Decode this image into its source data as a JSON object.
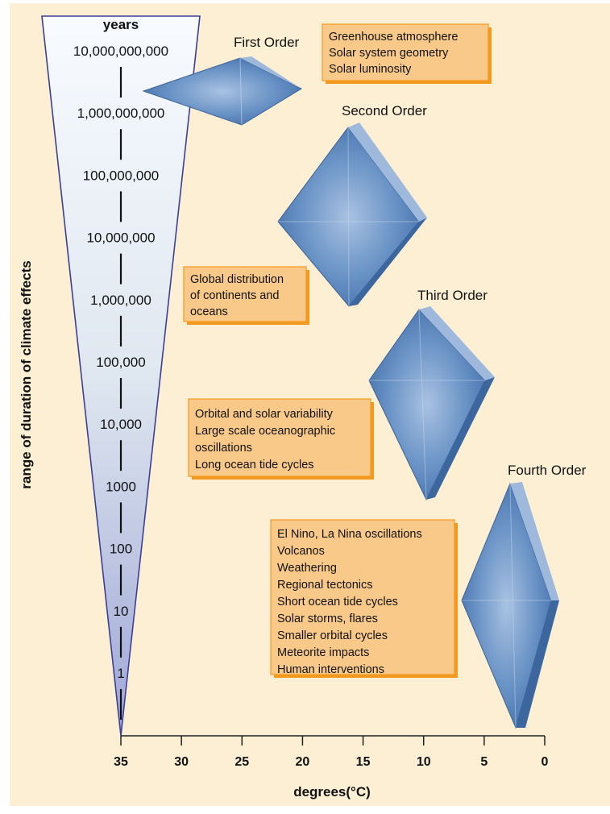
{
  "colors": {
    "background": "#fcefd4",
    "box_fill": "#f9c98a",
    "box_border": "#f39a1e",
    "diamond": "#4f7fb8",
    "funnel_top": "#f8fbff",
    "funnel_bottom": "#9ea6d6"
  },
  "axes": {
    "y_title": "years",
    "y_side_label": "range of duration of climate effects",
    "y_ticks": [
      "10,000,000,000",
      "1,000,000,000",
      "100,000,000",
      "10,000,000",
      "1,000,000",
      "100,000",
      "10,000",
      "1000",
      "100",
      "10",
      "1"
    ],
    "x_title": "degrees(°C)",
    "x_ticks": [
      "35",
      "30",
      "25",
      "20",
      "15",
      "10",
      "5",
      "0"
    ]
  },
  "orders": [
    {
      "name": "First Order",
      "factors": [
        "Greenhouse atmosphere",
        "Solar system geometry",
        "Solar luminosity"
      ]
    },
    {
      "name": "Second Order",
      "factors": [
        "Global distribution",
        "of continents and",
        "oceans"
      ]
    },
    {
      "name": "Third Order",
      "factors": [
        "Orbital and solar variability",
        "Large scale oceanographic",
        "oscillations",
        "Long ocean tide cycles"
      ]
    },
    {
      "name": "Fourth Order",
      "factors": [
        "El Nino, La Nina oscillations",
        "Volcanos",
        "Weathering",
        "Regional tectonics",
        "Short ocean tide cycles",
        "Solar storms, flares",
        "Smaller orbital cycles",
        "Meteorite impacts",
        "Human interventions"
      ]
    }
  ]
}
